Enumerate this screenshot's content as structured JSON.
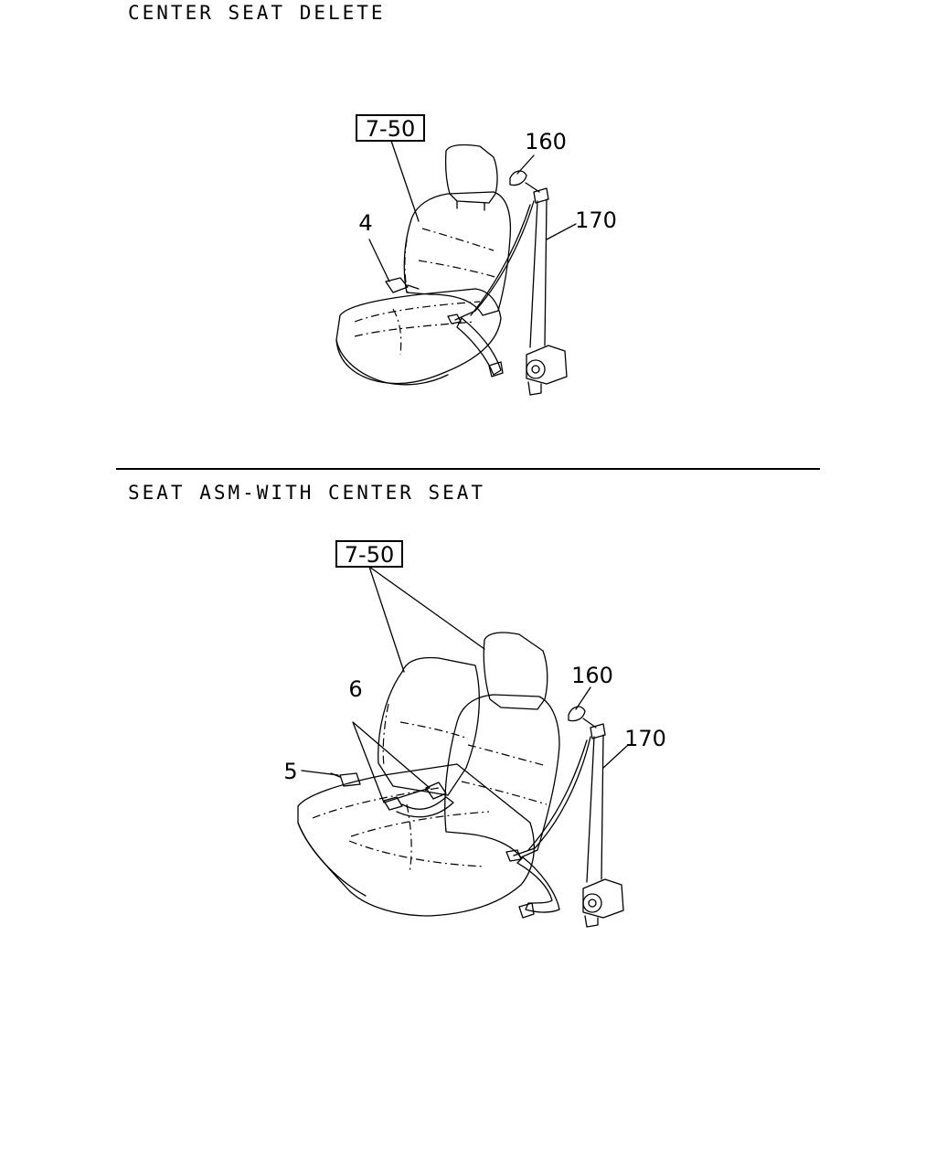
{
  "sections": {
    "top": {
      "title": "CENTER SEAT DELETE",
      "callouts": {
        "seat_ref": "7-50",
        "buckle": "4",
        "anchor_cover": "160",
        "belt": "170"
      }
    },
    "bottom": {
      "title": "SEAT ASM-WITH CENTER SEAT",
      "callouts": {
        "seat_ref": "7-50",
        "center_buckle": "6",
        "side_buckle": "5",
        "anchor_cover": "160",
        "belt": "170"
      }
    }
  }
}
